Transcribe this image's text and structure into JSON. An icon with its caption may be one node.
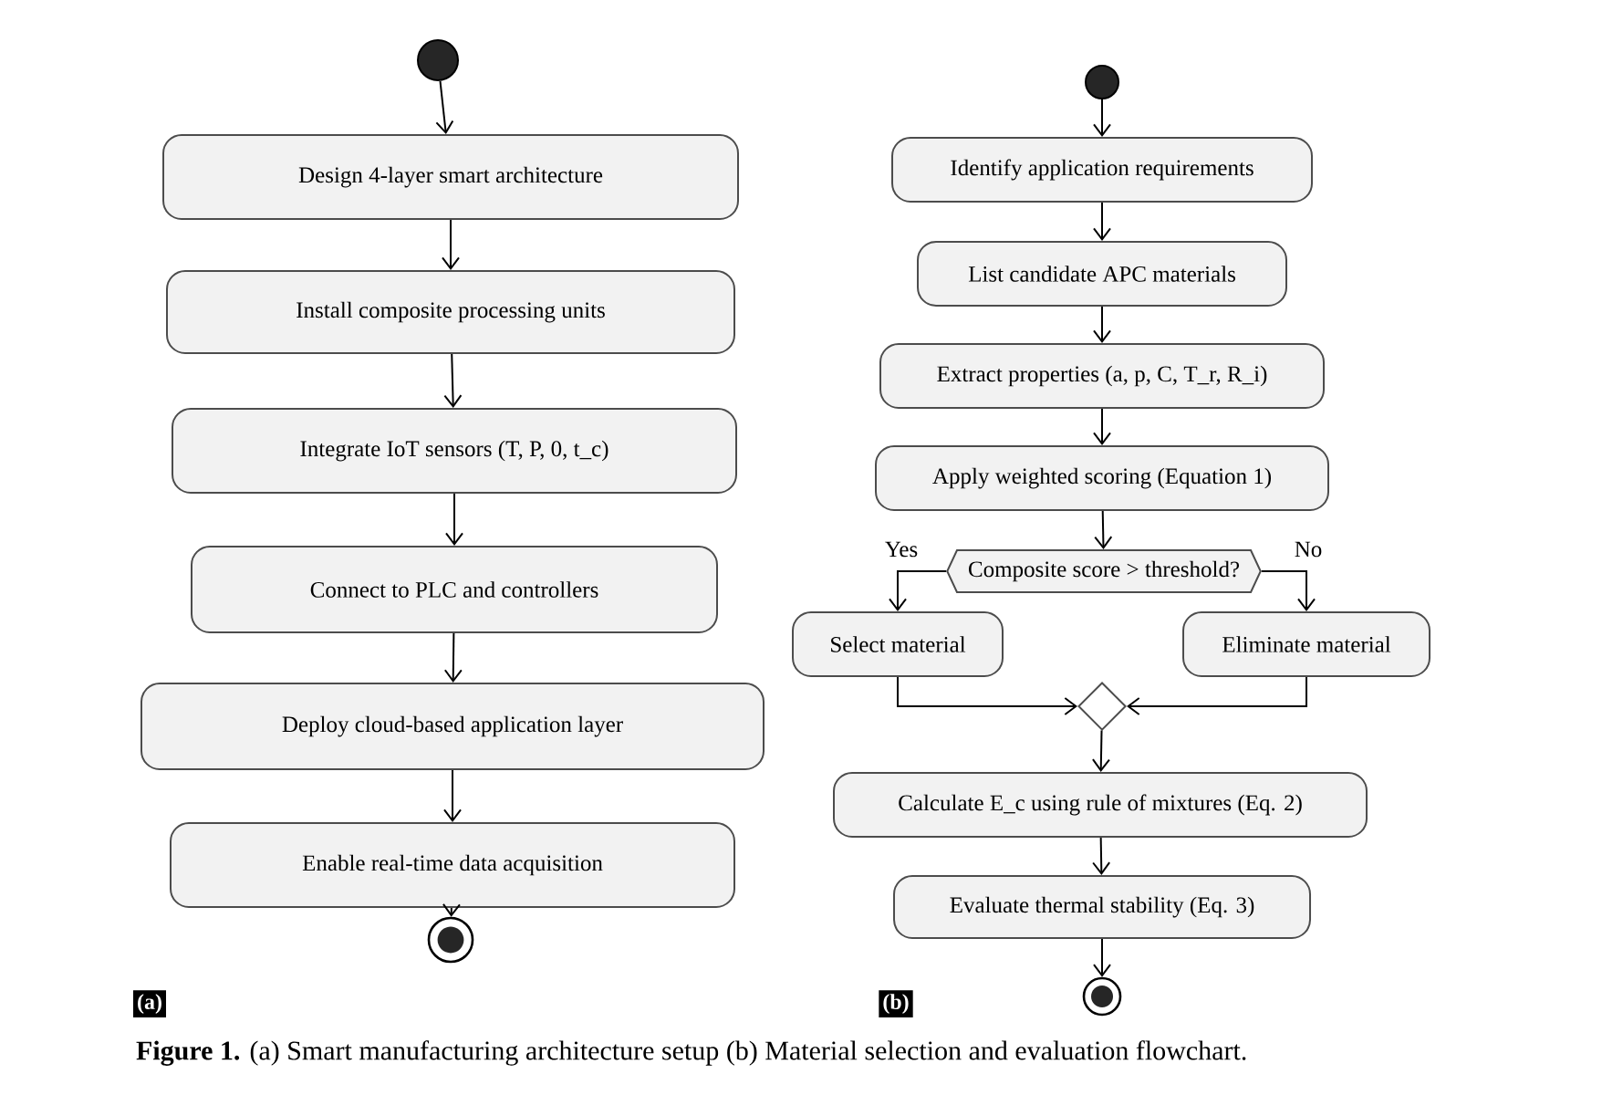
{
  "diagram": {
    "caption": "**Figure 1.** (a) Smart manufacturing architecture setup (b) Material selection and evaluation flowchart.",
    "nodes": [
      {
        "text": [],
        "shape": "circle"
      },
      {
        "text": [
          "Design 4-layer smart architecture"
        ]
      },
      {
        "text": [
          "Install composite processing units"
        ]
      },
      {
        "text": [
          "Integrate IoT sensors (T, P, 0, t_c)"
        ]
      },
      {
        "text": [
          "Connect to PLC and controllers"
        ]
      },
      {
        "text": [
          "Deploy cloud-based application layer"
        ]
      },
      {
        "text": [
          "Enable real-time data acquisition"
        ]
      },
      {
        "text": [],
        "shape": "circle"
      },
      {
        "text": [],
        "shape": "circle"
      },
      {
        "text": [
          "Identify application requirements"
        ]
      },
      {
        "text": [
          "List candidate APC materials"
        ]
      },
      {
        "text": [
          "Extract properties (a, p, C, T_r, R_i)"
        ]
      },
      {
        "text": [
          "Apply weighted scoring (Equation 1)"
        ]
      },
      {
        "text": [
          "Composite score > threshold?"
        ]
      },
      {
        "text": [
          "Select material"
        ]
      },
      {
        "text": [
          "Eliminate material"
        ]
      },
      {
        "text": [],
        "shape": "diamond"
      },
      {
        "text": [
          "Calculate E_c using rule of mixtures (Eq. 2)"
        ]
      },
      {
        "text": [
          "Evaluate thermal stability (Eq. 3)"
        ]
      },
      {
        "text": [],
        "shape": "circle"
      }
    ],
    "edges": [
      {
        "from": 0,
        "to": 1,
        "arrow": "to"
      },
      {
        "from": 1,
        "to": 2,
        "arrow": "to"
      },
      {
        "from": 2,
        "to": 3,
        "arrow": "to"
      },
      {
        "from": 3,
        "to": 4,
        "arrow": "to"
      },
      {
        "from": 4,
        "to": 5,
        "arrow": "to"
      },
      {
        "from": 5,
        "to": 6,
        "arrow": "to"
      },
      {
        "from": 6,
        "to": 7,
        "arrow": "to"
      },
      {
        "from": 8,
        "to": 9,
        "arrow": "to"
      },
      {
        "from": 9,
        "to": 10,
        "arrow": "to"
      },
      {
        "from": 10,
        "to": 11,
        "arrow": "to"
      },
      {
        "from": 11,
        "to": 12,
        "arrow": "to"
      },
      {
        "from": 12,
        "to": 13,
        "arrow": "to"
      },
      {
        "from": 13,
        "to": 14,
        "arrow": "to",
        "label": "Yes"
      },
      {
        "from": 13,
        "to": 15,
        "arrow": "to",
        "label": "No"
      },
      {
        "from": 14,
        "to": 16,
        "arrow": "to"
      },
      {
        "from": 15,
        "to": 16,
        "arrow": "to"
      },
      {
        "from": 16,
        "to": 17,
        "arrow": "to"
      },
      {
        "from": 17,
        "to": 18,
        "arrow": "to"
      },
      {
        "from": 18,
        "to": 19,
        "arrow": "to"
      }
    ],
    "labels": [
      "(a)",
      "(b)"
    ]
  }
}
